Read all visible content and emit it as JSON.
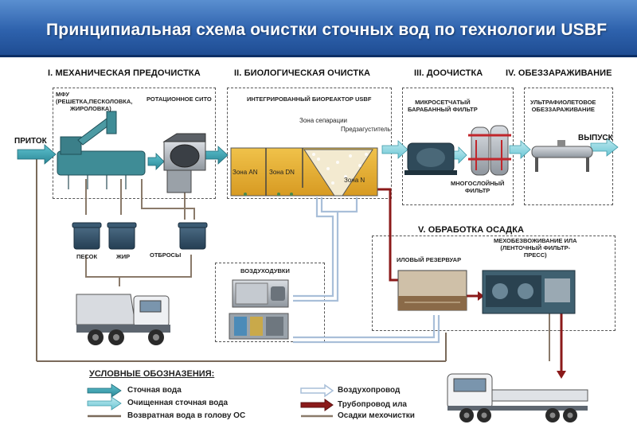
{
  "header": {
    "title": "Принципиальная схема очистки сточных вод по технологии USBF",
    "bg_color": "#2e62ad"
  },
  "stages": {
    "mechanical": "I. МЕХАНИЧЕСКАЯ ПРЕДОЧИСТКА",
    "biological": "II. БИОЛОГИЧЕСКАЯ ОЧИСТКА",
    "post": "III. ДООЧИСТКА",
    "disinfection": "IV. ОБЕЗЗАРАЖИВАНИЕ",
    "sludge": "V. ОБРАБОТКА ОСАДКА"
  },
  "labels": {
    "mfu_line1": "МФУ",
    "mfu_line2": "(РЕШЕТКА,ПЕСКОЛОВКА,",
    "mfu_line3": "ЖИРОЛОВКА)",
    "rotary_sieve": "РОТАЦИОННОЕ СИТО",
    "bioreactor": "ИНТЕГРИРОВАННЫЙ БИОРЕАКТОР USBF",
    "separation_zone": "Зона сепарации",
    "pre_thickener": "Предзагуститель",
    "zone_an": "Зона AN",
    "zone_dn": "Зона DN",
    "zone_n": "Зона N",
    "micro_line1": "МИКРОСЕТЧАТЫЙ",
    "micro_line2": "БАРАБАННЫЙ ФИЛЬТР",
    "multilayer_line1": "МНОГОСЛОЙНЫЙ",
    "multilayer_line2": "ФИЛЬТР",
    "uv_line1": "УЛЬТРАФИОЛЕТОВОЕ",
    "uv_line2": "ОБЕЗЗАРАЖИВАНИЕ",
    "inflow": "ПРИТОК",
    "outflow": "ВЫПУСК",
    "sand": "ПЕСОК",
    "grease": "ЖИР",
    "waste": "ОТБРОСЫ",
    "blowers": "ВОЗДУХОДУВКИ",
    "sludge_tank": "ИЛОВЫЙ РЕЗЕРВУАР",
    "dewater_line1": "МЕХОБЕЗВОЖИВАНИЕ ИЛА",
    "dewater_line2": "(ЛЕНТОЧНЫЙ ФИЛЬТР-",
    "dewater_line3": "ПРЕСС)"
  },
  "legend": {
    "title": "УСЛОВНЫЕ ОБОЗНАЗЕНИЯ:",
    "items": [
      "Сточная вода",
      "Очищенная сточная вода",
      "Возвратная вода в голову ОС",
      "Воздухопровод",
      "Трубопровод ила",
      "Осадки мехочистки"
    ]
  },
  "colors": {
    "waste_water": "#3a9aa8",
    "treated_water": "#7fd0dc",
    "return_water": "#7a6a5a",
    "air_pipe": "#a9bfd9",
    "sludge_pipe": "#8b1a1a",
    "mech_sediment": "#8a7a6a",
    "reactor_fill": "#e8b83a",
    "equipment_dark": "#2f4a5a"
  },
  "icons": {
    "truck": "dump-truck",
    "lorry": "flatbed-truck",
    "bin": "waste-bin",
    "blower": "air-blower",
    "drum_filter": "drum-filter",
    "press": "belt-filter-press"
  }
}
